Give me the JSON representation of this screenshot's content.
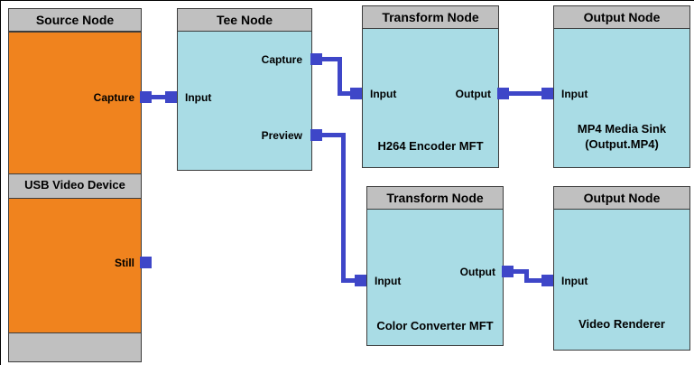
{
  "diagram": {
    "type": "media-pipeline-topology",
    "colors": {
      "source_node_fill": "#F0831E",
      "node_fill": "#A9DCE5",
      "header_fill": "#C0C0C0",
      "connector_blue": "#3E46C8",
      "background": "#FFFFFF",
      "text": "#000000"
    },
    "nodes": {
      "source": {
        "title": "Source Node",
        "device_label": "USB Video Device",
        "pins": {
          "capture": "Capture",
          "still": "Still"
        }
      },
      "tee": {
        "title": "Tee Node",
        "pins": {
          "input": "Input",
          "capture": "Capture",
          "preview": "Preview"
        }
      },
      "encoder": {
        "title": "Transform Node",
        "label": "H264 Encoder MFT",
        "pins": {
          "input": "Input",
          "output": "Output"
        }
      },
      "mp4_sink": {
        "title": "Output Node",
        "label_line1": "MP4 Media Sink",
        "label_line2": "(Output.MP4)",
        "pins": {
          "input": "Input"
        }
      },
      "color_converter": {
        "title": "Transform Node",
        "label": "Color Converter MFT",
        "pins": {
          "input": "Input",
          "output": "Output"
        }
      },
      "video_renderer": {
        "title": "Output Node",
        "label": "Video Renderer",
        "pins": {
          "input": "Input"
        }
      }
    },
    "connections": [
      {
        "from": "source.capture",
        "to": "tee.input"
      },
      {
        "from": "tee.capture",
        "to": "encoder.input"
      },
      {
        "from": "tee.preview",
        "to": "color_converter.input"
      },
      {
        "from": "encoder.output",
        "to": "mp4_sink.input"
      },
      {
        "from": "color_converter.output",
        "to": "video_renderer.input"
      }
    ]
  }
}
